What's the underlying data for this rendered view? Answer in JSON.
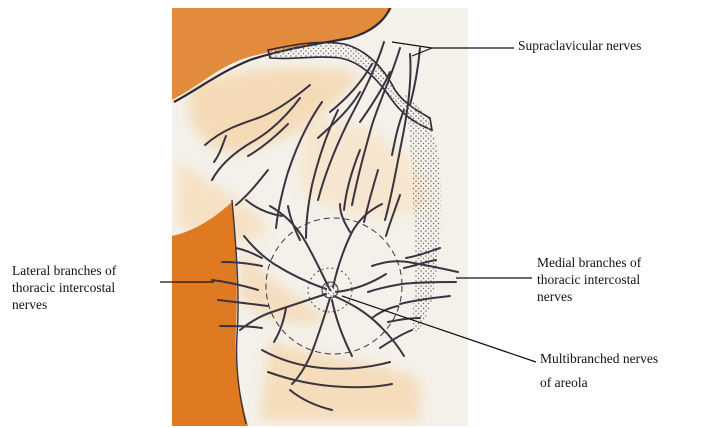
{
  "colors": {
    "paper": "#f3f1ea",
    "orange": "#e07a22",
    "light_orange": "#f3c995",
    "stipple": "#6d6d6d",
    "nerve": "#3a3340",
    "leader": "#111111"
  },
  "labels": {
    "supraclavicular": "Supraclavicular nerves",
    "medial": [
      "Medial branches of",
      "thoracic intercostal",
      "nerves"
    ],
    "lateral": [
      "Lateral branches of",
      "thoracic intercostal",
      "nerves"
    ],
    "multibranched": [
      "Multibranched nerves",
      "of areola"
    ]
  }
}
